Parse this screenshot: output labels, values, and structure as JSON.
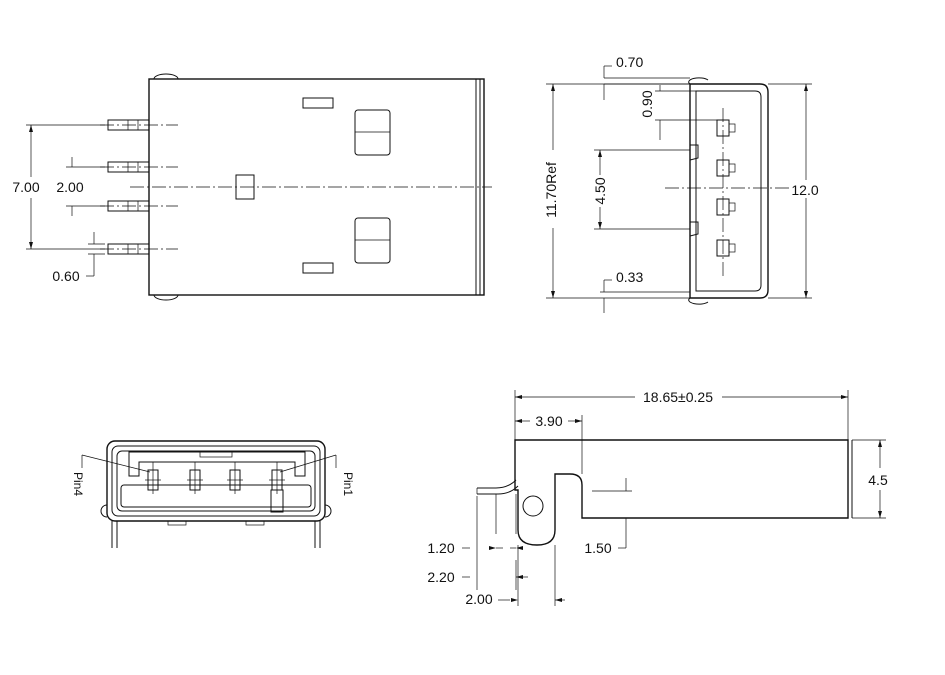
{
  "top_view": {
    "dim_pitch_outer": "7.00",
    "dim_pitch_inner": "2.00",
    "dim_pin_width": "0.60"
  },
  "side_end_view": {
    "dim_top_offset": "0.70",
    "dim_contact_offset": "0.90",
    "dim_inner_span": "4.50",
    "dim_body_ref": "11.70Ref",
    "dim_height": "12.0",
    "dim_bottom_offset": "0.33"
  },
  "front_view": {
    "pin4_label": "Pin4",
    "pin1_label": "Pin1"
  },
  "side_view": {
    "dim_length": "18.65±0.25",
    "dim_flange": "3.90",
    "dim_thickness": "4.5",
    "dim_step": "1.50",
    "dim_tail_1": "1.20",
    "dim_tail_2": "2.20",
    "dim_tail_3": "2.00"
  }
}
